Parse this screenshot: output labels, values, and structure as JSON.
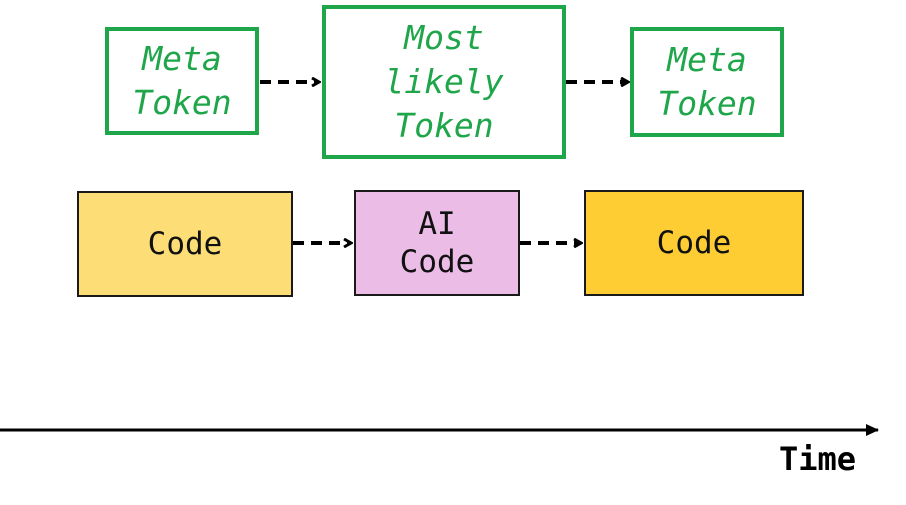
{
  "top_row": [
    {
      "lines": [
        "Meta",
        "Token"
      ]
    },
    {
      "lines": [
        "Most",
        "likely",
        "Token"
      ]
    },
    {
      "lines": [
        "Meta",
        "Token"
      ]
    }
  ],
  "bottom_row": [
    {
      "lines": [
        "Code"
      ],
      "color": "#fddd75"
    },
    {
      "lines": [
        "AI",
        "Code"
      ],
      "color": "#ebbce6"
    },
    {
      "lines": [
        "Code"
      ],
      "color": "#fdcd33"
    }
  ],
  "axis": {
    "label": "Time"
  },
  "colors": {
    "token_border": "#1fa64a",
    "arrow": "#000000"
  }
}
